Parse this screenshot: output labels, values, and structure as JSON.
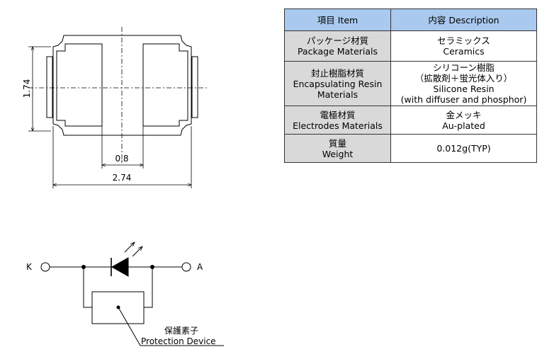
{
  "dimensions": {
    "height_label": "1.74",
    "gap_label": "0.8",
    "width_label": "2.74"
  },
  "circuit": {
    "cathode_label": "K",
    "anode_label": "A",
    "device_label_jp": "保護素子",
    "device_label_en": "Protection Device"
  },
  "spec_table": {
    "header": {
      "item": "項目 Item",
      "description": "内容 Description"
    },
    "rows": [
      {
        "item_jp": "パッケージ材質",
        "item_en": "Package Materials",
        "desc": [
          "セラミックス",
          "Ceramics"
        ]
      },
      {
        "item_jp": "封止樹脂材質",
        "item_en": "Encapsulating Resin Materials",
        "desc": [
          "シリコーン樹脂",
          "（拡散剤＋蛍光体入り）",
          "Silicone Resin",
          "(with diffuser and phosphor)"
        ]
      },
      {
        "item_jp": "電極材質",
        "item_en": "Electrodes Materials",
        "desc": [
          "金メッキ",
          "Au-plated"
        ]
      },
      {
        "item_jp": "質量",
        "item_en": "Weight",
        "desc": [
          "0.012g(TYP)"
        ]
      }
    ]
  }
}
